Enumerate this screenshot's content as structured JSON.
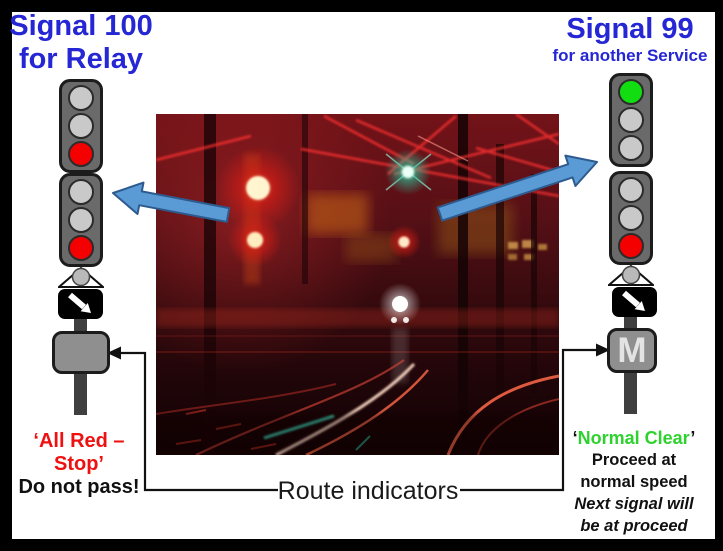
{
  "titles": {
    "left_line1": "Signal 100",
    "left_line2": "for Relay",
    "right_line1": "Signal 99",
    "right_line2": "for another Service"
  },
  "left_signal": {
    "head1_lights": [
      "gray",
      "gray",
      "red"
    ],
    "head2_lights": [
      "gray",
      "gray",
      "red"
    ],
    "route_indicator_box": "blank",
    "caption": {
      "line1": "‘All Red – Stop’",
      "line2": "Do not pass!"
    }
  },
  "right_signal": {
    "head1_lights": [
      "green",
      "gray",
      "gray"
    ],
    "head2_lights": [
      "gray",
      "gray",
      "red"
    ],
    "route_indicator_letter": "M",
    "caption": {
      "quote_open": "‘",
      "green_text": "Normal Clear",
      "quote_close": "’",
      "line2": "Proceed at",
      "line3": "normal speed",
      "line4_italic": "Next signal will",
      "line5_italic": "be at proceed"
    }
  },
  "footer": {
    "route_indicators_label": "Route indicators"
  },
  "colors": {
    "title_blue": "#2526d4",
    "caption_red": "#ee1111",
    "caption_green": "#2ed22e",
    "arrow_fill": "#5b9bd5",
    "arrow_stroke": "#2e5b8f",
    "signal_body_gray": "#6a6a6a",
    "route_box_gray": "#8f8f8f",
    "light_map": {
      "gray": "#c9c9c9",
      "red": "#f50000",
      "green": "#11dd11"
    }
  }
}
